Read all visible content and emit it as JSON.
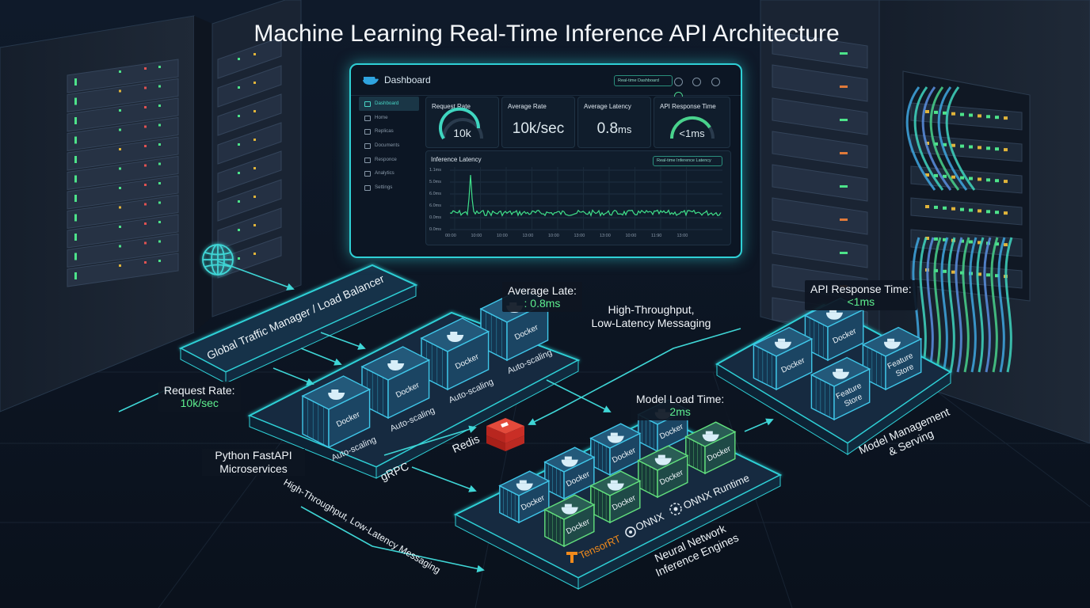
{
  "title": "Machine Learning Real-Time Inference API Architecture",
  "dashboard": {
    "title": "Dashboard",
    "header_select": "Real-time Dashboard",
    "sidebar": [
      "Dashboard",
      "Home",
      "Replicas",
      "Documents",
      "Responce",
      "Analytics",
      "Settings"
    ],
    "cards": [
      {
        "label": "Request Rate",
        "value": "10k"
      },
      {
        "label": "Average Rate",
        "value": "10k/sec"
      },
      {
        "label": "Average Latency",
        "value": "0.8",
        "unit": "ms"
      },
      {
        "label": "API Response Time",
        "value": "<1ms"
      }
    ],
    "latency_panel": {
      "title": "Inference Latency",
      "select": "Real-time Inference Latency",
      "y_ticks": [
        "1.1ms",
        "5.0ms",
        "6.0ms",
        "6.0ms",
        "0.0ms",
        "0.0ms"
      ],
      "x_ticks": [
        "00:00",
        "10:00",
        "10:00",
        "13:00",
        "10:00",
        "13:00",
        "13:00",
        "10:00",
        "11:90",
        "13:00"
      ]
    }
  },
  "labels": {
    "global_traffic": "Global Traffic Manager / Load Balancer",
    "avg_latency_title": "Average Late:",
    "avg_latency_value": ": 0.8ms",
    "messaging_top_1": "High-Throughput,",
    "messaging_top_2": "Low-Latency Messaging",
    "api_response_title": "API Response Time:",
    "api_response_value": "<1ms",
    "request_rate_title": "Request Rate:",
    "request_rate_value": "10k/sec",
    "model_load_title": "Model Load Time:",
    "model_load_value": "2ms",
    "fastapi_1": "Python FastAPI",
    "fastapi_2": "Microservices",
    "redis": "Redis",
    "grpc": "gRPC",
    "messaging_bottom": "High-Throughput, Low-Latency Messaging",
    "model_mgmt": "Model Management & Serving",
    "neural": "Neural Network Inference Engines",
    "onnx": "ONNX",
    "onnx_runtime": "ONNX Runtime",
    "tensorrt": "TensorRT",
    "docker": "Docker",
    "feature_store": "Feature Store",
    "auto_scaling": "Auto-scaling"
  },
  "colors": {
    "accent_cyan": "#2fd0d6",
    "accent_green": "#5ef08f",
    "background": "#0b1322",
    "redis_red": "#d9322f",
    "tensorrt_orange": "#f08a1c"
  }
}
